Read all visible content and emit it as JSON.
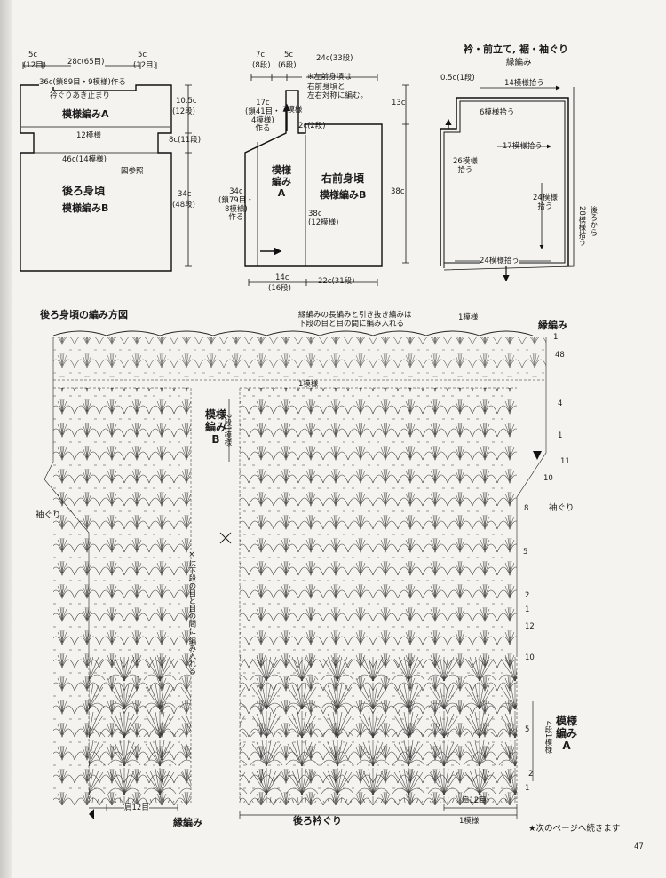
{
  "back": {
    "w_left": "5c",
    "w_left_rows": "(12目)",
    "w_mid": "28c(65目)",
    "w_right": "5c",
    "w_right_rows": "(12目)",
    "chain": "36c(鎖89目・9模様)作る",
    "opening": "衿ぐりあき止まり",
    "pattern_a": "模様編みA",
    "h1": "10.5c",
    "h1_rows": "(12段)",
    "repeat12": "12模様",
    "h2": "8c(11段)",
    "width46": "46c(14模様)",
    "ref": "図参照",
    "title": "後ろ身頃",
    "pattern_b": "模様編みB",
    "h3": "34c",
    "h3_rows": "(48段)"
  },
  "front": {
    "w7": "7c",
    "w7_rows": "(8段)",
    "w5": "5c",
    "w5_rows": "(6段)",
    "w24": "24c(33段)",
    "note": "※左前身頃は\n右前身頃と\n左右対称に編む。",
    "h17": "17c\n(鎖41目・\n4模様)\n作る",
    "rows3": "3模様",
    "w2": "2c(2段)",
    "pattern_a": "模様\n編み\nA",
    "title": "右前身頃",
    "pattern_b": "模様編みB",
    "h34": "34c\n(鎖79目・\n8模様)\n作る",
    "h38": "38c\n(12模様)",
    "h13": "13c",
    "h38b": "38c",
    "w14": "14c",
    "w14_rows": "(16段)",
    "w22": "22c(31段)"
  },
  "edge": {
    "title": "衿・前立て, 裾・袖ぐり",
    "pattern": "縁編み",
    "offset": "0.5c(1段)",
    "pick14": "14模様拾う",
    "pick6": "6模様拾う",
    "pick17": "17模様拾う",
    "pick26": "26模様\n拾う",
    "pick24": "24模様\n拾う",
    "pick28": "28模様拾う",
    "from_back": "後ろから",
    "pick24b": "24模様拾う"
  },
  "chart": {
    "title": "後ろ身頃の編み方図",
    "note": "縁編みの長編みと引き抜き編みは\n下段の目と目の間に編み入れる",
    "repeat_top": "1模様",
    "edge": "縁編み",
    "row48": "48",
    "repeat_mid": "1模様",
    "pattern_b": "模様\n編み\nB",
    "two_rows": "2段1模様",
    "x_note": "×は下段の目と目の間に\n編み入れる",
    "armhole": "袖ぐり",
    "rows": [
      "1",
      "4",
      "1",
      "11",
      "10",
      "8",
      "5",
      "2",
      "1",
      "12",
      "10",
      "5",
      "2",
      "1"
    ],
    "pattern_a": "模様\n編み\nA",
    "four_rows": "4段1模様",
    "shoulder_l": "肩12目",
    "shoulder_r": "肩12目",
    "edge_bottom": "縁編み",
    "back_neck": "後ろ衿ぐり",
    "repeat_bottom": "1模様"
  },
  "footer": {
    "continue": "★次のページへ続きます",
    "page": "47"
  }
}
